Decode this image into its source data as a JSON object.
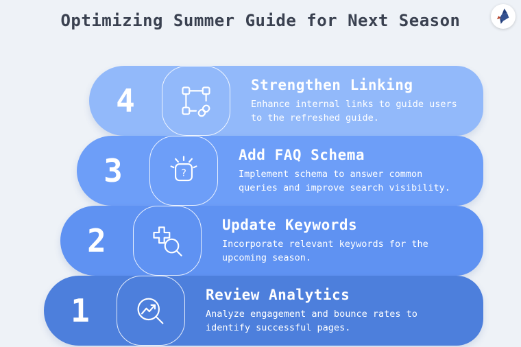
{
  "page": {
    "title": "Optimizing Summer Guide for Next Season",
    "background_color": "#eef2f7",
    "title_color": "#3a4150"
  },
  "logo": {
    "background": "#ffffff",
    "bird_color": "#33518f",
    "accent_color": "#b6452c"
  },
  "steps": [
    {
      "number": "4",
      "title": "Strengthen Linking",
      "description": "Enhance internal links to guide users to the refreshed guide.",
      "icon": "link-selection-icon",
      "color": "#92b9fa"
    },
    {
      "number": "3",
      "title": "Add FAQ Schema",
      "description": "Implement schema to answer common queries and improve search visibility.",
      "icon": "faq-question-icon",
      "color": "#6d9ef8"
    },
    {
      "number": "2",
      "title": "Update Keywords",
      "description": "Incorporate relevant keywords for the upcoming season.",
      "icon": "search-plus-icon",
      "color": "#5f92f2"
    },
    {
      "number": "1",
      "title": "Review Analytics",
      "description": "Analyze engagement and bounce rates to identify successful pages.",
      "icon": "analytics-search-icon",
      "color": "#4d7fdc"
    }
  ]
}
